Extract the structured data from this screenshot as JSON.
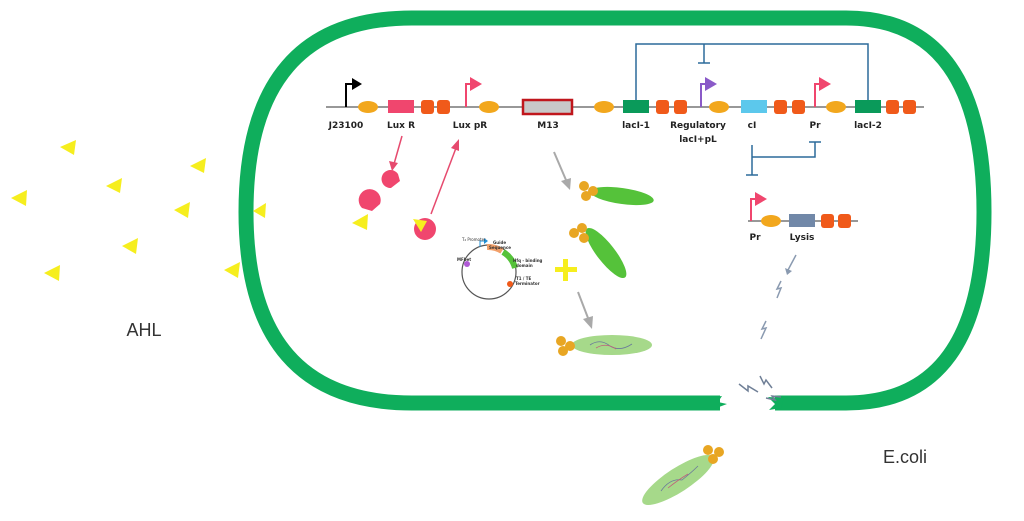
{
  "labels": {
    "j23100": "J23100",
    "lux_r": "Lux R",
    "lux_pr": "Lux pR",
    "m13": "M13",
    "laci_1": "lacI-1",
    "regulatory_line1": "Regulatory",
    "regulatory_line2": "lacI+pL",
    "ci": "cI",
    "pr_top": "Pr",
    "laci_2": "lacI-2",
    "pr_lysis": "Pr",
    "lysis": "Lysis",
    "ahl": "AHL",
    "ecoli": "E.coli"
  },
  "plasmid": {
    "promoter": "T₂ Promoter",
    "guide_line1": "Guide",
    "guide_line2": "Sequence",
    "binding_line1": "Hfq - binding",
    "binding_line2": "domain",
    "terminator_line1": "T1 / TE",
    "terminator_line2": "Terminator",
    "mfbet": "MFbet"
  },
  "colors": {
    "membrane": "#0fae5c",
    "rbs": "#f2a71d",
    "terminator": "#f05a1a",
    "luxr": "#f0466e",
    "m13_fill": "#c8c8c8",
    "m13_border": "#c0161c",
    "laci": "#0a9a5a",
    "ci": "#5cc8ec",
    "lysis": "#7188a8",
    "promoter_pink": "#f0466e",
    "promoter_purple": "#8a5ac8",
    "inhibition": "#2c6a9a",
    "ahl": "#f6ee1e",
    "phage_head": "#e8a623",
    "phage_body": "#55c23a",
    "phage_faded": "#a6d98a",
    "arrow_gray": "#a9a9a9",
    "arrow_pink": "#e64a6e"
  }
}
